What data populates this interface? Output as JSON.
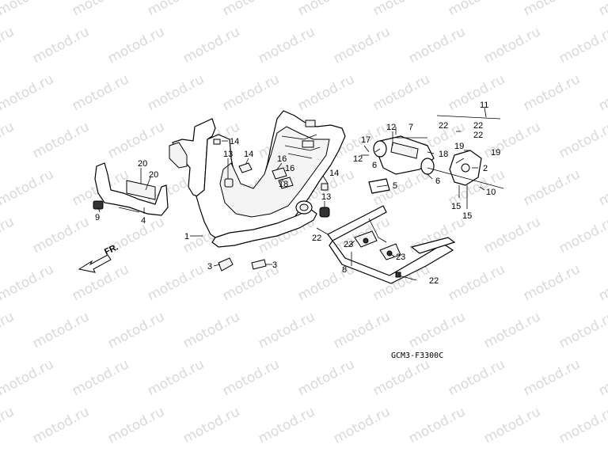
{
  "watermark": "motod.ru",
  "diagram_code": "GCM3-F3300C",
  "front_marker": "FR.",
  "callouts": {
    "c1": "1",
    "c2": "2",
    "c3a": "3",
    "c3b": "3",
    "c4": "4",
    "c5": "5",
    "c6a": "6",
    "c6b": "6",
    "c7": "7",
    "c8": "8",
    "c9": "9",
    "c10": "10",
    "c11": "11",
    "c12a": "12",
    "c12b": "12",
    "c13a": "13",
    "c13b": "13",
    "c14a": "14",
    "c14b": "14",
    "c14c": "14",
    "c15a": "15",
    "c15b": "15",
    "c16a": "16",
    "c16b": "16",
    "c17": "17",
    "c18a": "18",
    "c18b": "18",
    "c19a": "19",
    "c19b": "19",
    "c20a": "20",
    "c20b": "20",
    "c22a": "22",
    "c22b": "22",
    "c22c": "22",
    "c22d": "22",
    "c22e": "22",
    "c23a": "23",
    "c23b": "23"
  }
}
